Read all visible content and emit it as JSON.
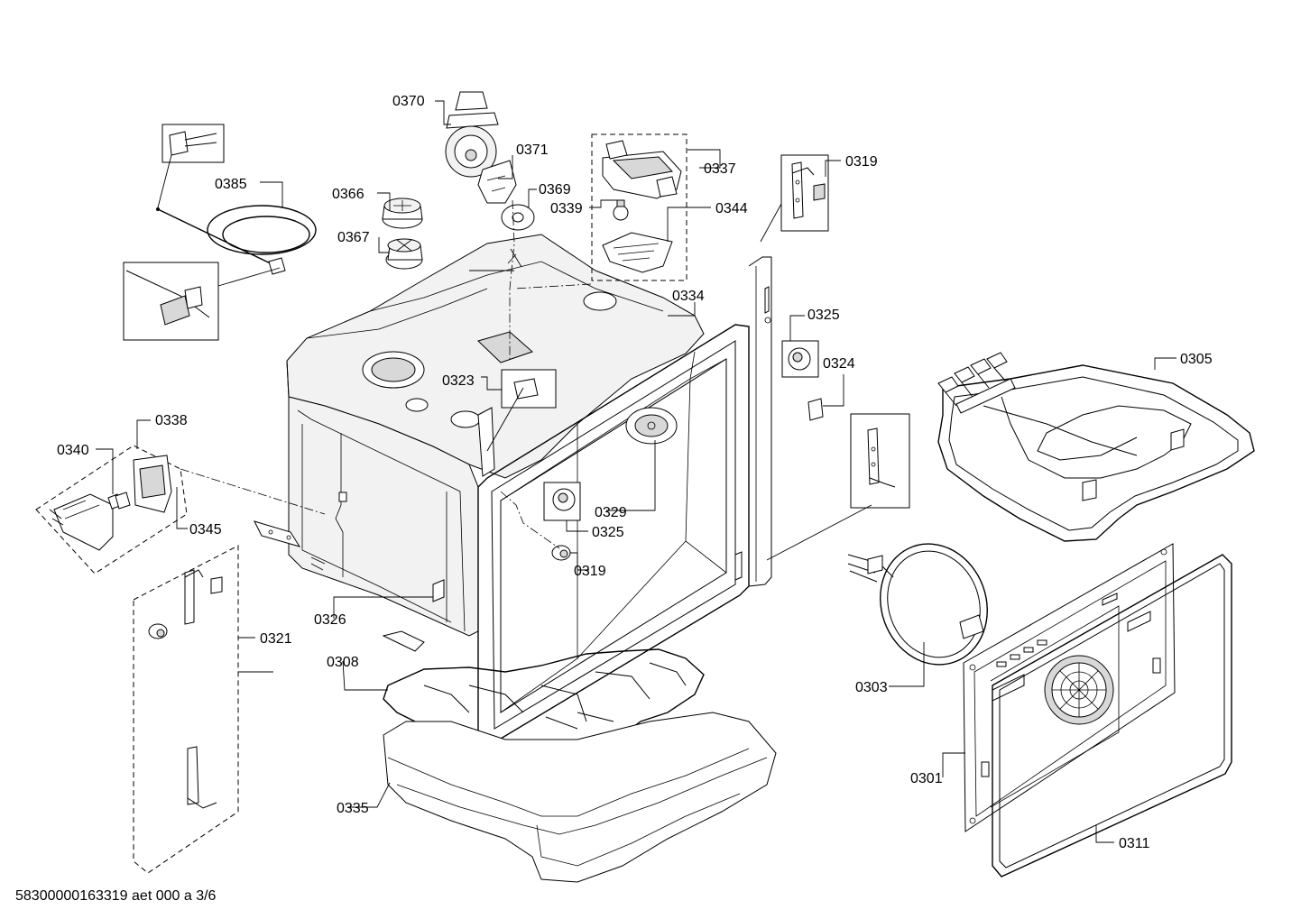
{
  "labels": {
    "p0370": "0370",
    "p0371": "0371",
    "p0369": "0369",
    "p0385": "0385",
    "p0366": "0366",
    "p0367": "0367",
    "p0337": "0337",
    "p0339": "0339",
    "p0344": "0344",
    "p0334": "0334",
    "p0319_top": "0319",
    "p0325_top": "0325",
    "p0324": "0324",
    "p0323": "0323",
    "p0305": "0305",
    "p0338": "0338",
    "p0340": "0340",
    "p0345": "0345",
    "p0329": "0329",
    "p0325_mid": "0325",
    "p0319_mid": "0319",
    "p0321": "0321",
    "p0326": "0326",
    "p0308": "0308",
    "p0303": "0303",
    "p0301": "0301",
    "p0335": "0335",
    "p0311": "0311"
  },
  "footer": {
    "code": "58300000163319 aet 000 a 3/6"
  }
}
